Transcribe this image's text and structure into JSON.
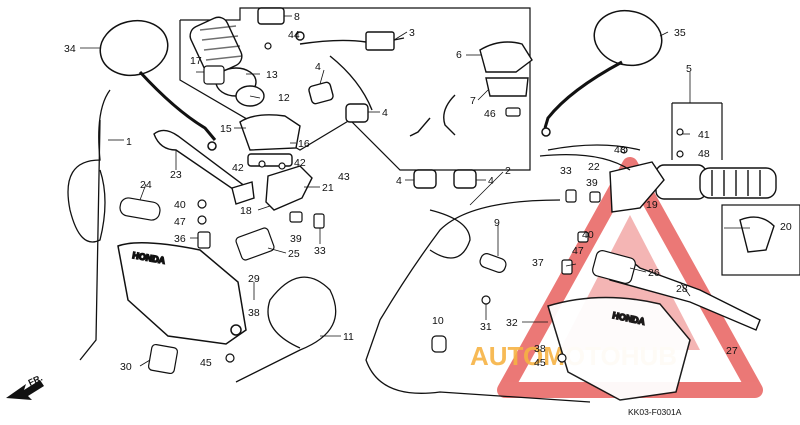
{
  "diagram": {
    "callouts": [
      {
        "id": "p1",
        "label": "1"
      },
      {
        "id": "p2",
        "label": "2"
      },
      {
        "id": "p3",
        "label": "3"
      },
      {
        "id": "p4a",
        "label": "4"
      },
      {
        "id": "p4b",
        "label": "4"
      },
      {
        "id": "p4c",
        "label": "4"
      },
      {
        "id": "p4d",
        "label": "4"
      },
      {
        "id": "p5",
        "label": "5"
      },
      {
        "id": "p6",
        "label": "6"
      },
      {
        "id": "p7",
        "label": "7"
      },
      {
        "id": "p8",
        "label": "8"
      },
      {
        "id": "p9",
        "label": "9"
      },
      {
        "id": "p10",
        "label": "10"
      },
      {
        "id": "p11",
        "label": "11"
      },
      {
        "id": "p12",
        "label": "12"
      },
      {
        "id": "p13",
        "label": "13"
      },
      {
        "id": "p15",
        "label": "15"
      },
      {
        "id": "p16",
        "label": "16"
      },
      {
        "id": "p17",
        "label": "17"
      },
      {
        "id": "p18",
        "label": "18"
      },
      {
        "id": "p19",
        "label": "19"
      },
      {
        "id": "p20",
        "label": "20"
      },
      {
        "id": "p21",
        "label": "21"
      },
      {
        "id": "p22",
        "label": "22"
      },
      {
        "id": "p23",
        "label": "23"
      },
      {
        "id": "p24",
        "label": "24"
      },
      {
        "id": "p25",
        "label": "25"
      },
      {
        "id": "p26",
        "label": "26"
      },
      {
        "id": "p27",
        "label": "27"
      },
      {
        "id": "p28",
        "label": "28"
      },
      {
        "id": "p29",
        "label": "29"
      },
      {
        "id": "p30",
        "label": "30"
      },
      {
        "id": "p31",
        "label": "31"
      },
      {
        "id": "p32",
        "label": "32"
      },
      {
        "id": "p33a",
        "label": "33"
      },
      {
        "id": "p33b",
        "label": "33"
      },
      {
        "id": "p34",
        "label": "34"
      },
      {
        "id": "p35",
        "label": "35"
      },
      {
        "id": "p36",
        "label": "36"
      },
      {
        "id": "p37",
        "label": "37"
      },
      {
        "id": "p38a",
        "label": "38"
      },
      {
        "id": "p38b",
        "label": "38"
      },
      {
        "id": "p39a",
        "label": "39"
      },
      {
        "id": "p39b",
        "label": "39"
      },
      {
        "id": "p40a",
        "label": "40"
      },
      {
        "id": "p40b",
        "label": "40"
      },
      {
        "id": "p41",
        "label": "41"
      },
      {
        "id": "p42a",
        "label": "42"
      },
      {
        "id": "p42b",
        "label": "42"
      },
      {
        "id": "p43a",
        "label": "43"
      },
      {
        "id": "p43b",
        "label": "43"
      },
      {
        "id": "p44",
        "label": "44"
      },
      {
        "id": "p45a",
        "label": "45"
      },
      {
        "id": "p45b",
        "label": "45"
      },
      {
        "id": "p46",
        "label": "46"
      },
      {
        "id": "p47a",
        "label": "47"
      },
      {
        "id": "p47b",
        "label": "47"
      },
      {
        "id": "p48",
        "label": "48"
      }
    ],
    "brand_left": "HONDA",
    "brand_right": "HONDA",
    "direction_label": "FR.",
    "drawing_code": "KK03-F0301A",
    "watermark": "AUTOMOTOHUB",
    "colors": {
      "ink": "#111111",
      "watermark_red": "#e8615f",
      "watermark_orange": "#f5a623",
      "watermark_gray": "#8c8c8c"
    }
  }
}
